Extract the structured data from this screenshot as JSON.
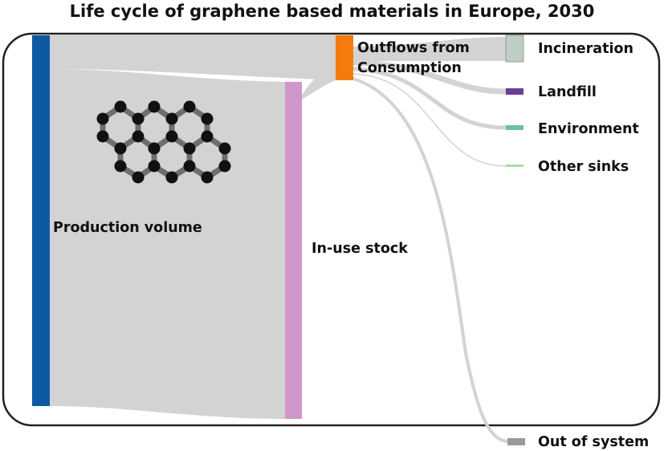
{
  "title": "Life cycle of graphene based materials in Europe, 2030",
  "nodes": {
    "production": {
      "label": "Production volume",
      "color": "#0d5aa3"
    },
    "stock": {
      "label": "In-use stock",
      "color": "#cf96cc"
    },
    "outflows": {
      "label_line1": "Outflows from",
      "label_line2": "Consumption",
      "color": "#f47b0c"
    },
    "incineration": {
      "label": "Incineration",
      "color": "#bccfc2"
    },
    "landfill": {
      "label": "Landfill",
      "color": "#6b3e97"
    },
    "environment": {
      "label": "Environment",
      "color": "#6cbfa7"
    },
    "other_sinks": {
      "label": "Other sinks",
      "color": "#a8dda1"
    },
    "out_of_system": {
      "label": "Out of system",
      "color": "#9a9a9a"
    }
  },
  "flow_color": "#d3d3d3",
  "icons": {
    "graphene": "graphene-lattice-icon"
  }
}
